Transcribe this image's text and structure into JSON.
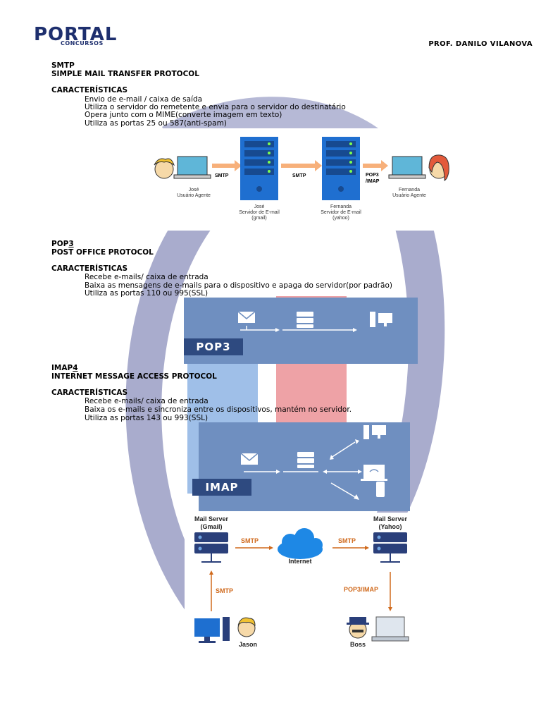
{
  "header": {
    "logo_main": "PORTAL",
    "logo_sub": "CONCURSOS",
    "author": "PROF. DANILO VILANOVA"
  },
  "smtp": {
    "acronym": "SMTP",
    "full_name": "SIMPLE MAIL TRANSFER PROTOCOL",
    "features_title": "CARACTERÍSTICAS",
    "features": [
      "Envio de e-mail / caixa de saída",
      "Utiliza o servidor do remetente e envia para o servidor do destinatário",
      "Opera junto com o MIME(converte imagem em texto)",
      "Utiliza as portas 25 ou 587(anti-spam)"
    ],
    "diagram": {
      "sender_label": "José\nUsuário Agente",
      "arrow1": "SMTP",
      "server1_label": "José\nServidor de E-mail\n(gmail)",
      "arrow2": "SMTP",
      "server2_label": "Fernanda\nServidor de E-mail\n(yahoo)",
      "arrow3": "POP3\n/IMAP",
      "receiver_label": "Fernanda\nUsuário Agente"
    }
  },
  "pop3": {
    "acronym_prefix": "POP",
    "acronym_suffix": "3",
    "full_name": "POST OFFICE PROTOCOL",
    "features_title": "CARACTERÍSTICAS",
    "features": [
      "Recebe e-mails/ caixa de entrada",
      "Baixa as mensagens de e-mails para o dispositivo e apaga do servidor(por padrão)",
      "Utiliza as portas 110 ou 995(SSL)"
    ],
    "diagram_tag": "POP3"
  },
  "imap": {
    "acronym_prefix": "IMAP",
    "acronym_suffix": "4",
    "full_name": "INTERNET MESSAGE ACCESS PROTOCOL",
    "features_title": "CARACTERÍSTICAS",
    "features": [
      "Recebe e-mails/ caixa de entrada",
      "Baixa os e-mails e sincroniza entre os dispositivos, mantém no servidor.",
      "Utiliza as portas 143 ou 993(SSL)"
    ],
    "diagram_tag": "IMAP"
  },
  "flow": {
    "server_left": "Mail Server\n(Gmail)",
    "server_right": "Mail Server\n(Yahoo)",
    "internet": "Internet",
    "smtp_left": "SMTP",
    "smtp_right": "SMTP",
    "smtp_up": "SMTP",
    "pop_imap": "POP3/IMAP",
    "user_left": "Jason",
    "user_right": "Boss"
  }
}
